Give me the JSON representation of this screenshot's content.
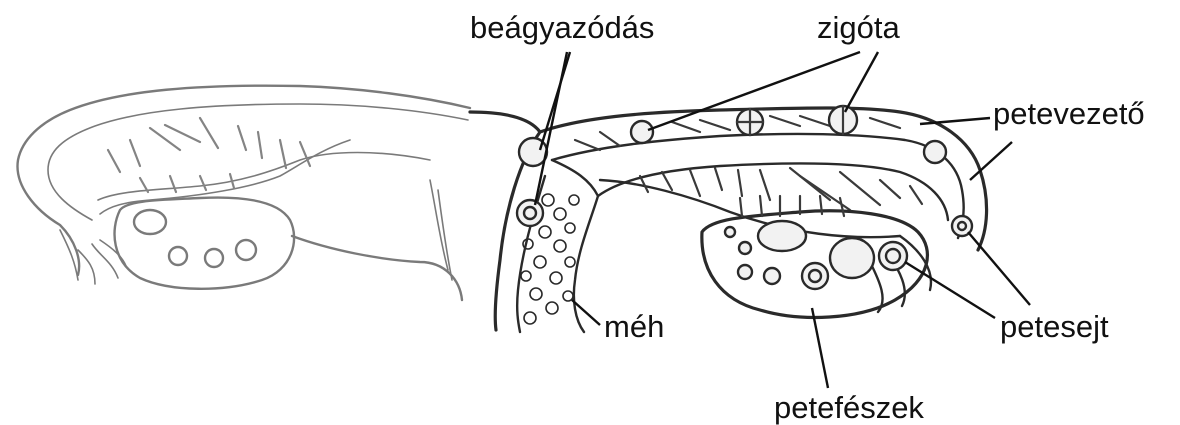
{
  "colors": {
    "ink": "#2a2a2a",
    "label": "#111111",
    "background": "#ffffff"
  },
  "labels": {
    "implantation": "beágyazódás",
    "zygote": "zigóta",
    "oviduct": "petevezető",
    "uterus": "méh",
    "egg_cell": "petesejt",
    "ovary": "petefészek"
  }
}
